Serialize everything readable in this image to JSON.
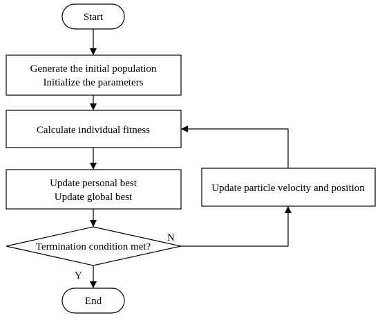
{
  "flowchart": {
    "nodes": {
      "start": {
        "lines": [
          "Start"
        ]
      },
      "init": {
        "lines": [
          "Generate the initial population",
          "Initialize the parameters"
        ]
      },
      "fitness": {
        "lines": [
          "Calculate individual fitness"
        ]
      },
      "update_best": {
        "lines": [
          "Update personal best",
          "Update global best"
        ]
      },
      "termination": {
        "lines": [
          "Termination condition met?"
        ]
      },
      "update_particle": {
        "lines": [
          "Update particle velocity and position"
        ]
      },
      "end": {
        "lines": [
          "End"
        ]
      }
    },
    "edge_labels": {
      "no": "N",
      "yes": "Y"
    },
    "colors": {
      "stroke": "#000000",
      "fill": "#ffffff",
      "text": "#000000"
    }
  }
}
